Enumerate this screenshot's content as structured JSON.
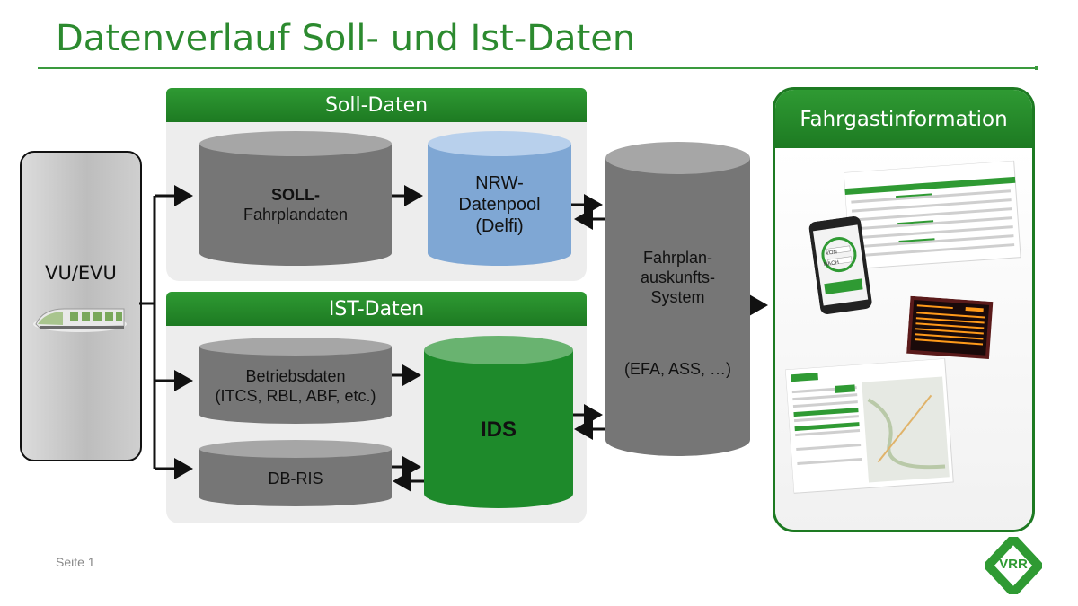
{
  "title": "Datenverlauf Soll- und Ist-Daten",
  "vu": {
    "label": "VU/EVU"
  },
  "soll": {
    "header": "Soll-Daten",
    "fahrplandaten_line1": "SOLL-",
    "fahrplandaten_line2": "Fahrplandaten",
    "nrw_line1": "NRW-",
    "nrw_line2": "Datenpool",
    "nrw_line3": "(Delfi)"
  },
  "ist": {
    "header": "IST-Daten",
    "betriebsdaten_line1": "Betriebsdaten",
    "betriebsdaten_line2": "(ITCS, RBL, ABF, etc.)",
    "dbris": "DB-RIS",
    "ids": "IDS"
  },
  "efa": {
    "line1": "Fahrplan-",
    "line2": "auskunfts-",
    "line3": "System",
    "line4": "(EFA, ASS, …)"
  },
  "fahrgast": {
    "header": "Fahrgastinformation"
  },
  "phone": {
    "von": "VON",
    "nach": "NACH"
  },
  "page": "Seite 1",
  "logo_text": "VRR",
  "colors": {
    "green": "#2c8a2f",
    "dark_green": "#1d7a22",
    "gray_cylinder": "#767676",
    "blue_cylinder": "#7fa7d4",
    "green_cylinder": "#1e8a2b"
  }
}
